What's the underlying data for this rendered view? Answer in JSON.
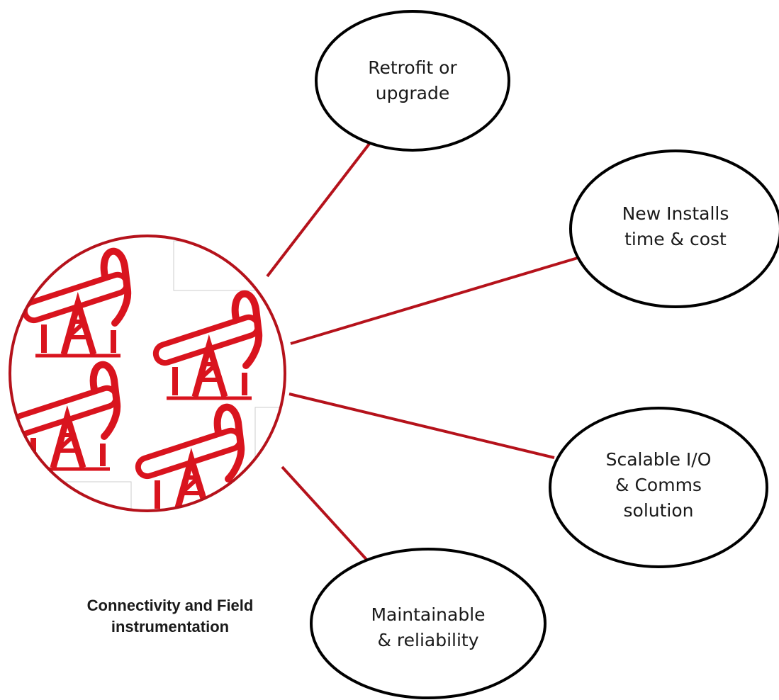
{
  "diagram": {
    "caption": [
      "Connectivity and Field",
      "instrumentation"
    ],
    "hub_icon": "oil-pumpjack-icon",
    "colors": {
      "accent": "#b5121b",
      "icon_red": "#d9141e",
      "outline": "#000000"
    },
    "nodes": [
      {
        "id": "retrofit",
        "lines": [
          "Retrofit or",
          "upgrade"
        ]
      },
      {
        "id": "new-installs",
        "lines": [
          "New Installs",
          "time & cost"
        ]
      },
      {
        "id": "scalable-io",
        "lines": [
          "Scalable I/O",
          "& Comms",
          "solution"
        ]
      },
      {
        "id": "maintainable",
        "lines": [
          "Maintainable",
          "& reliability"
        ]
      }
    ]
  }
}
